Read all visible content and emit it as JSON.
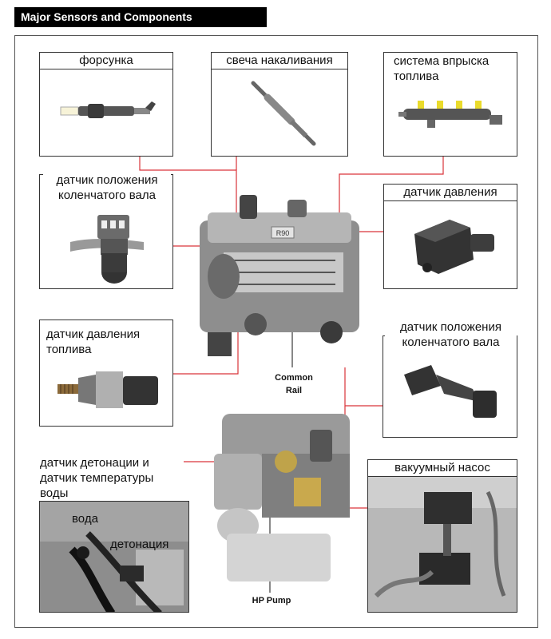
{
  "title": "Major Sensors and Components",
  "labels": {
    "injector": "форсунка",
    "glow_plug": "свеча накаливания",
    "fuel_system_l1": "система впрыска",
    "fuel_system_l2": "топлива",
    "crank_left_l1": "датчик положения",
    "crank_left_l2": "коленчатого вала",
    "pressure_sensor": "датчик давления",
    "fuel_pressure_l1": "датчик давления",
    "fuel_pressure_l2": "топлива",
    "crank_right_l1": "датчик положения",
    "crank_right_l2": "коленчатого вала",
    "knock_l1": "датчик детонации и",
    "knock_l2": "датчик температуры",
    "knock_l3": "воды",
    "water": "вода",
    "knock": "детонация",
    "vacuum_pump": "вакуумный насос",
    "common_rail_l1": "Common",
    "common_rail_l2": "Rail",
    "hp_pump": "HP Pump",
    "engine_badge": "R90"
  },
  "colors": {
    "leader_line": "#d9343a",
    "title_bg": "#000000",
    "title_text": "#ffffff",
    "injector_cap": "#f2e21a"
  },
  "icons": [
    "injector-icon",
    "glow-plug-icon",
    "fuel-rail-icon",
    "crank-sensor-icon",
    "pressure-sensor-icon",
    "fuel-pressure-sensor-icon",
    "crank-position-sensor-icon",
    "knock-sensor-photo",
    "vacuum-pump-photo",
    "engine-top-illustration",
    "engine-bottom-illustration"
  ]
}
